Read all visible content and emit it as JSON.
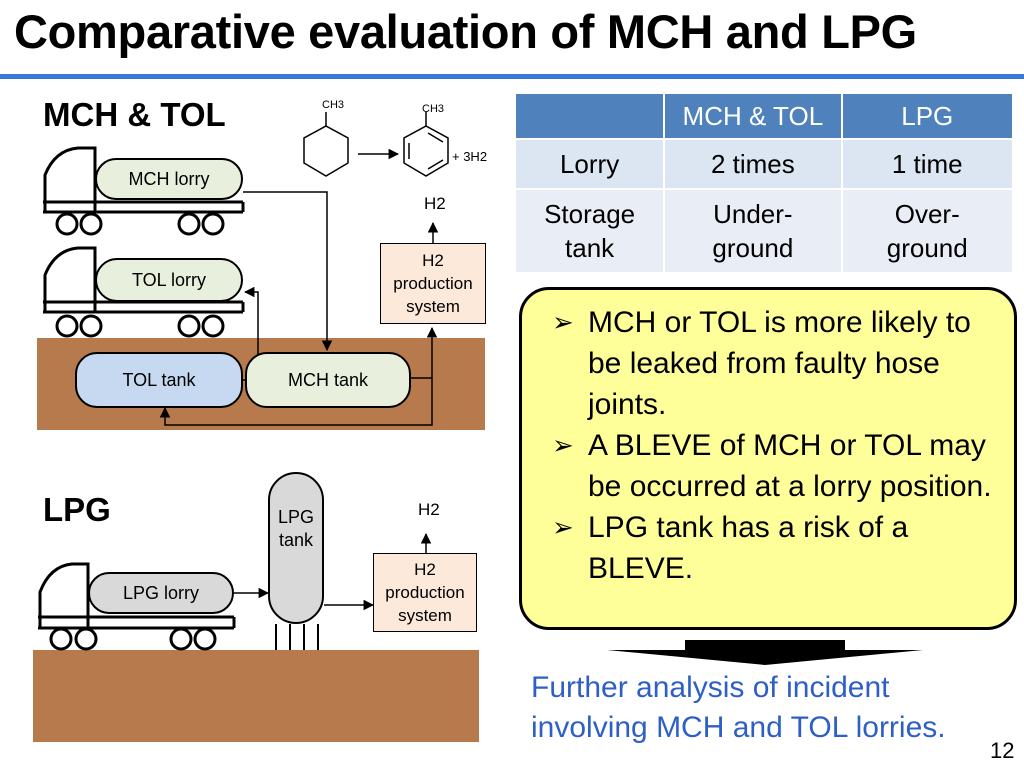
{
  "title": "Comparative evaluation of MCH and LPG",
  "mch_section": {
    "label": "MCH & TOL",
    "mch_lorry": "MCH lorry",
    "tol_lorry": "TOL lorry",
    "tol_tank": "TOL tank",
    "mch_tank": "MCH tank",
    "reaction": {
      "left_sub": "CH3",
      "right_sub": "CH3",
      "product": "+ 3H2"
    },
    "h2_label": "H2",
    "production": [
      "H2",
      "production",
      "system"
    ]
  },
  "lpg_section": {
    "label": "LPG",
    "lpg_lorry": "LPG lorry",
    "lpg_tank": [
      "LPG",
      "tank"
    ],
    "h2_label": "H2",
    "production": [
      "H2",
      "production",
      "system"
    ]
  },
  "table": {
    "headers": [
      "",
      "MCH & TOL",
      "LPG"
    ],
    "rows": [
      [
        "Lorry",
        "2 times",
        "1 time"
      ],
      [
        "Storage tank",
        "Under-ground",
        "Over-ground"
      ]
    ]
  },
  "notes": [
    "MCH or TOL is more likely to be leaked from faulty hose joints.",
    "A BLEVE of MCH or TOL may be occurred at a lorry position.",
    "LPG tank has a risk of a BLEVE."
  ],
  "further": "Further analysis of incident involving MCH and TOL lorries.",
  "page_number": "12"
}
